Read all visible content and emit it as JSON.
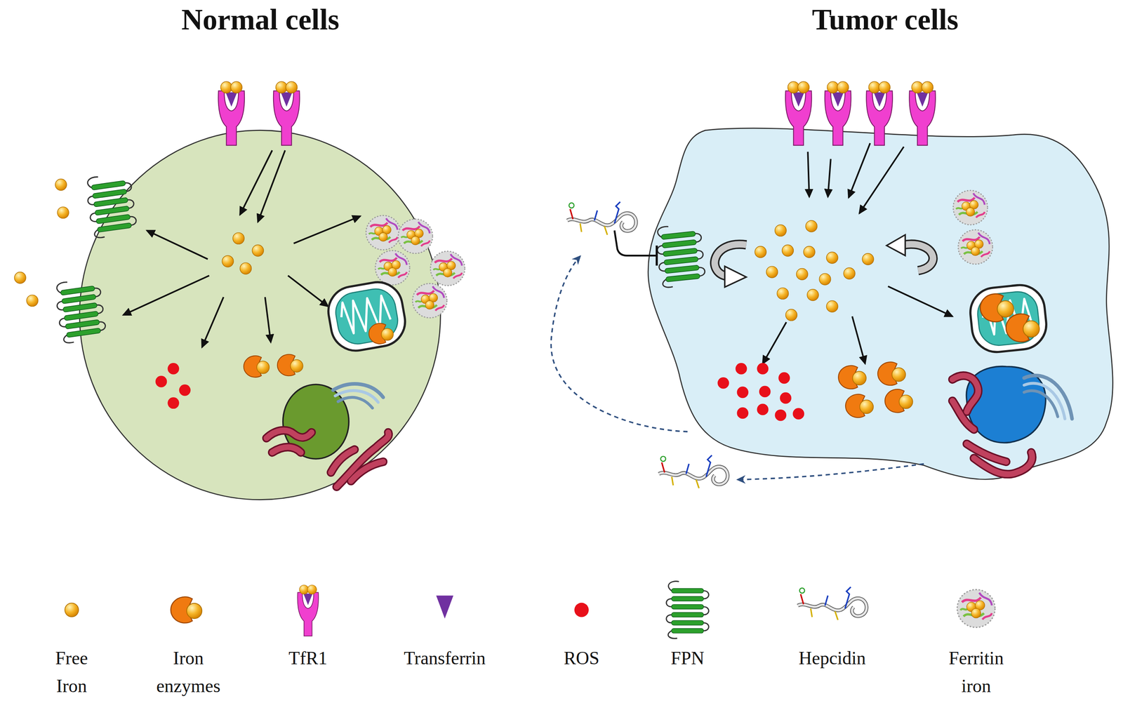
{
  "diagram": {
    "nodes": [
      {
        "text": [
          "Normal cells"
        ]
      },
      {
        "text": [
          "Tumor cells"
        ]
      }
    ],
    "legend": [
      {
        "text": "Free Iron"
      },
      {
        "text": "Iron enzymes"
      },
      {
        "text": "TfR1"
      },
      {
        "text": "Transferrin"
      },
      {
        "text": "ROS"
      },
      {
        "text": "FPN"
      },
      {
        "text": "Hepcidin"
      },
      {
        "text": "Ferritin iron"
      }
    ]
  }
}
